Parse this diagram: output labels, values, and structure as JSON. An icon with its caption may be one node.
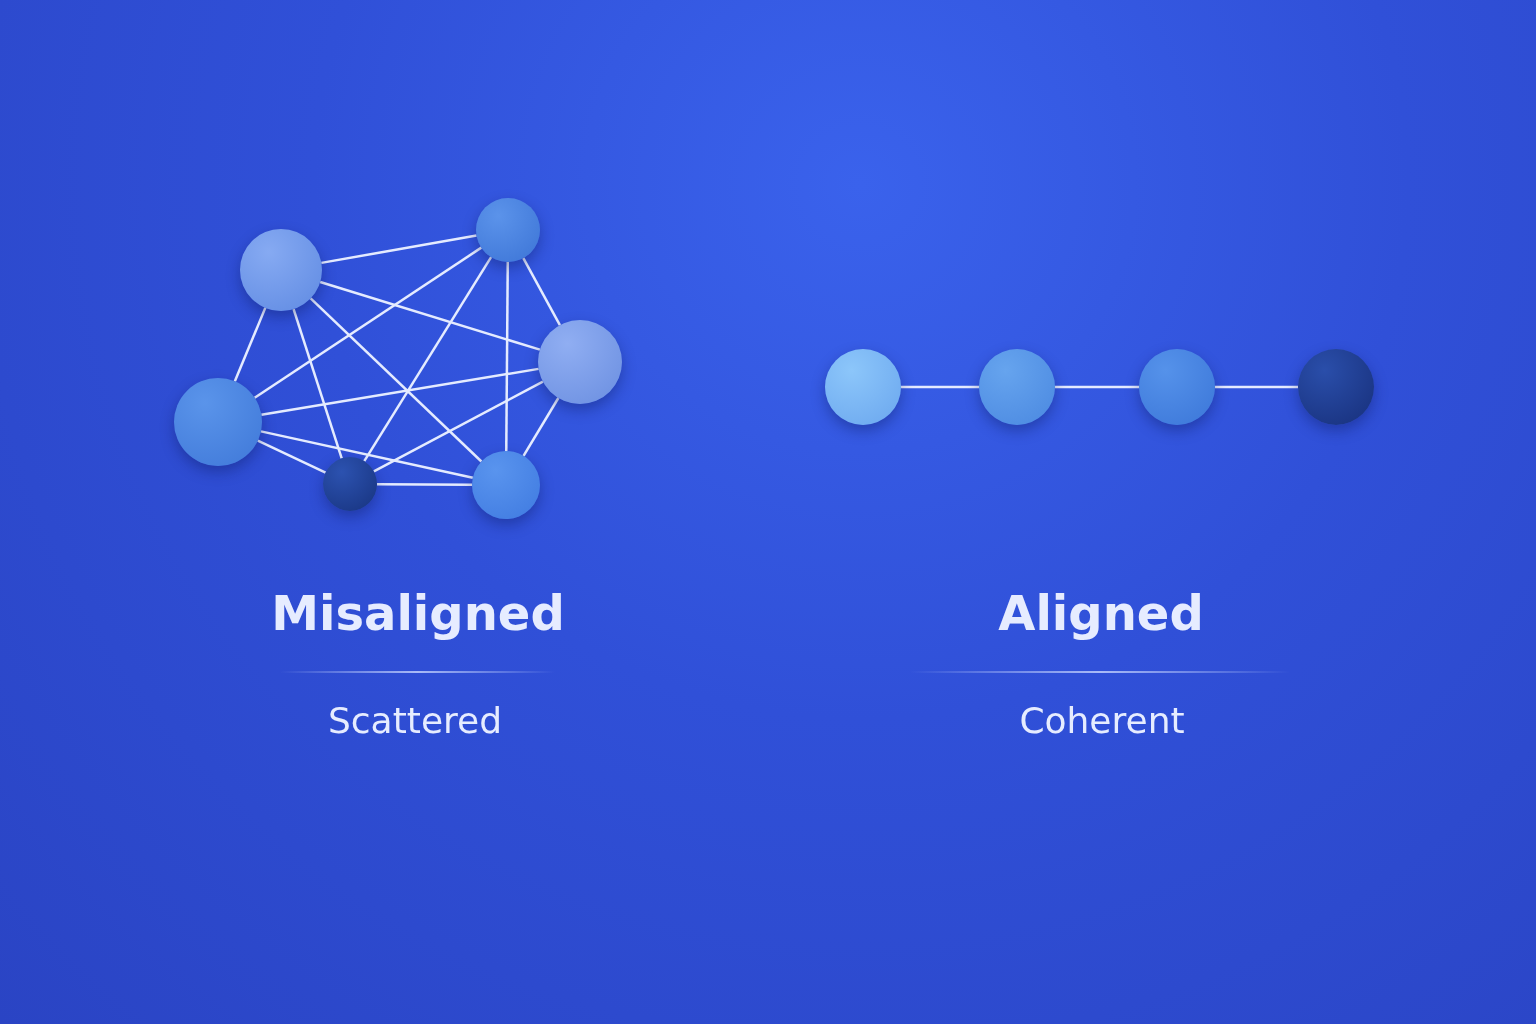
{
  "diagram": {
    "nodes": [
      {
        "text": [],
        "shape": "circle"
      },
      {
        "text": [],
        "shape": "circle"
      },
      {
        "text": [],
        "shape": "circle"
      },
      {
        "text": [],
        "shape": "circle"
      },
      {
        "text": [],
        "shape": "circle"
      },
      {
        "text": [],
        "shape": "circle"
      },
      {
        "text": [],
        "shape": "circle"
      },
      {
        "text": [],
        "shape": "circle"
      },
      {
        "text": [],
        "shape": "circle"
      },
      {
        "text": [],
        "shape": "circle"
      }
    ],
    "edges": [
      {
        "from": 0,
        "to": 1,
        "arrow": "none"
      },
      {
        "from": 0,
        "to": 2,
        "arrow": "none"
      },
      {
        "from": 0,
        "to": 3,
        "arrow": "none"
      },
      {
        "from": 0,
        "to": 4,
        "arrow": "none"
      },
      {
        "from": 0,
        "to": 5,
        "arrow": "none"
      },
      {
        "from": 1,
        "to": 2,
        "arrow": "none"
      },
      {
        "from": 1,
        "to": 3,
        "arrow": "none"
      },
      {
        "from": 1,
        "to": 4,
        "arrow": "none"
      },
      {
        "from": 1,
        "to": 5,
        "arrow": "none"
      },
      {
        "from": 2,
        "to": 3,
        "arrow": "none"
      },
      {
        "from": 2,
        "to": 4,
        "arrow": "none"
      },
      {
        "from": 2,
        "to": 5,
        "arrow": "none"
      },
      {
        "from": 3,
        "to": 4,
        "arrow": "none"
      },
      {
        "from": 3,
        "to": 5,
        "arrow": "none"
      },
      {
        "from": 4,
        "to": 5,
        "arrow": "none"
      },
      {
        "from": 6,
        "to": 7,
        "arrow": "none"
      },
      {
        "from": 7,
        "to": 8,
        "arrow": "none"
      },
      {
        "from": 8,
        "to": 9,
        "arrow": "none"
      }
    ],
    "labels": [
      "Misaligned",
      "Aligned",
      "Scattered",
      "Coherent"
    ]
  }
}
